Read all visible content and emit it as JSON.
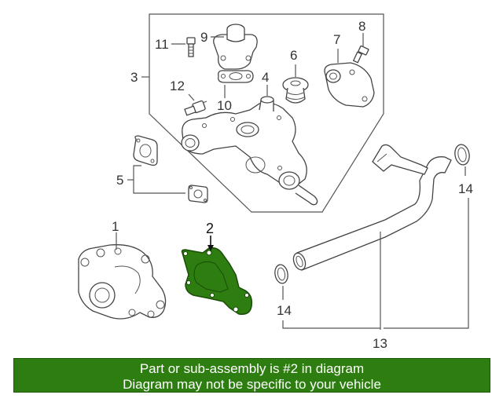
{
  "diagram": {
    "callouts": [
      "1",
      "2",
      "3",
      "4",
      "5",
      "6",
      "7",
      "8",
      "9",
      "10",
      "11",
      "12",
      "13",
      "14",
      "14"
    ],
    "highlight_color": "#2e7d10"
  },
  "banner": {
    "line1": "Part or sub-assembly is #2 in diagram",
    "line2": "Diagram may not be specific to your vehicle",
    "background": "#2e7d10",
    "text_color": "#ffffff"
  }
}
